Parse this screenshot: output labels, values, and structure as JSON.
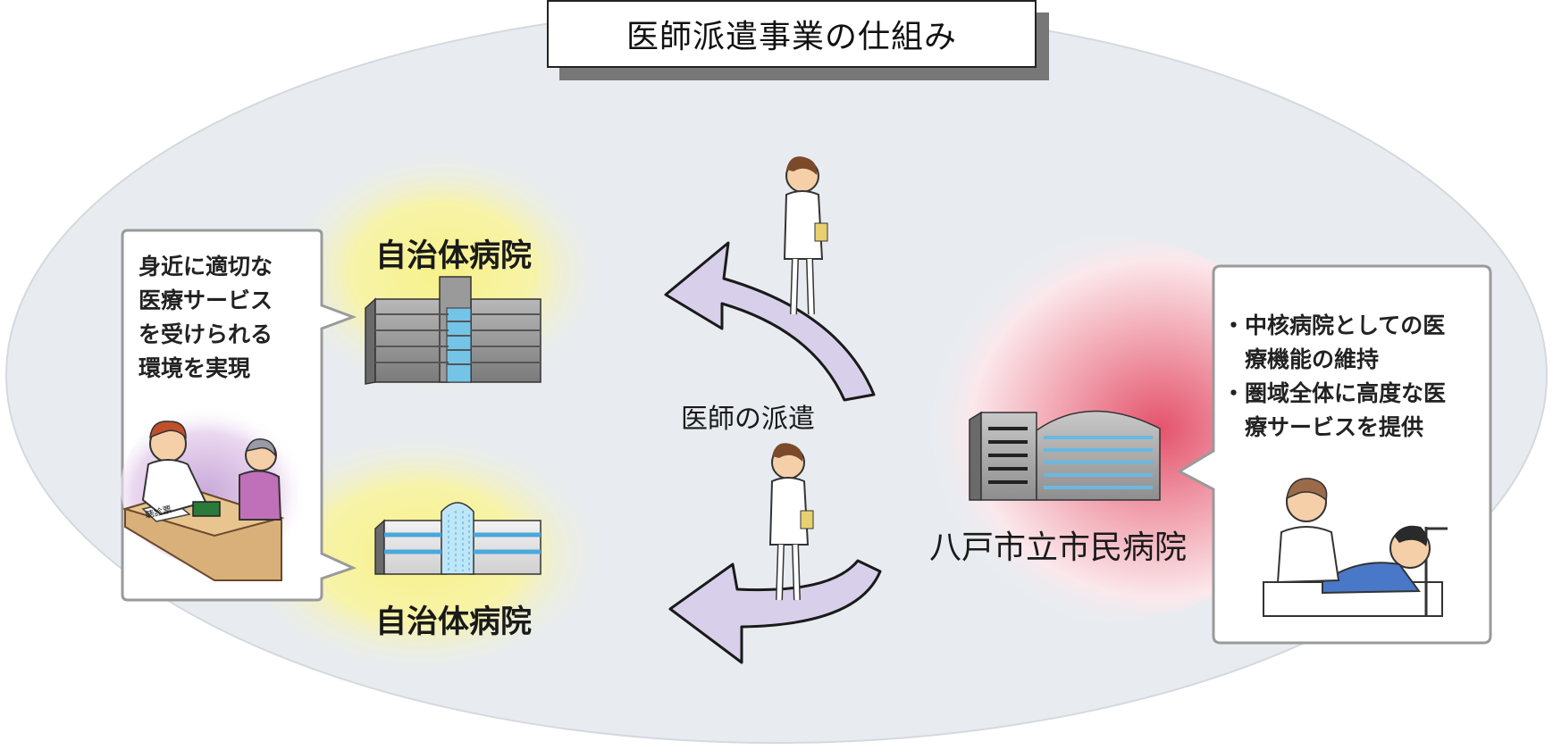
{
  "title": "医師派遣事業の仕組み",
  "local_hospital_top": {
    "label": "自治体病院"
  },
  "local_hospital_bottom": {
    "label": "自治体病院"
  },
  "dispatch_label": "医師の派遣",
  "core_hospital": {
    "label": "八戸市立市民病院"
  },
  "left_callout": {
    "lines": [
      "身近に適切な",
      "医療サービス",
      "を受けられる",
      "環境を実現"
    ],
    "clipboard_text": "聴診票"
  },
  "right_callout": {
    "lines": [
      "・中核病院としての医",
      "　療機能の維持",
      "・圏域全体に高度な医",
      "　療サービスを提供"
    ]
  },
  "colors": {
    "background_ellipse": "#e8ecf0",
    "local_glow": "#f5f08a",
    "core_glow": "#e8506a",
    "arrow_fill": "#d8d0ea",
    "arrow_stroke": "#1a1a1a",
    "building_gray": "#8a8a8a",
    "building_window_blue": "#74c4e8"
  }
}
